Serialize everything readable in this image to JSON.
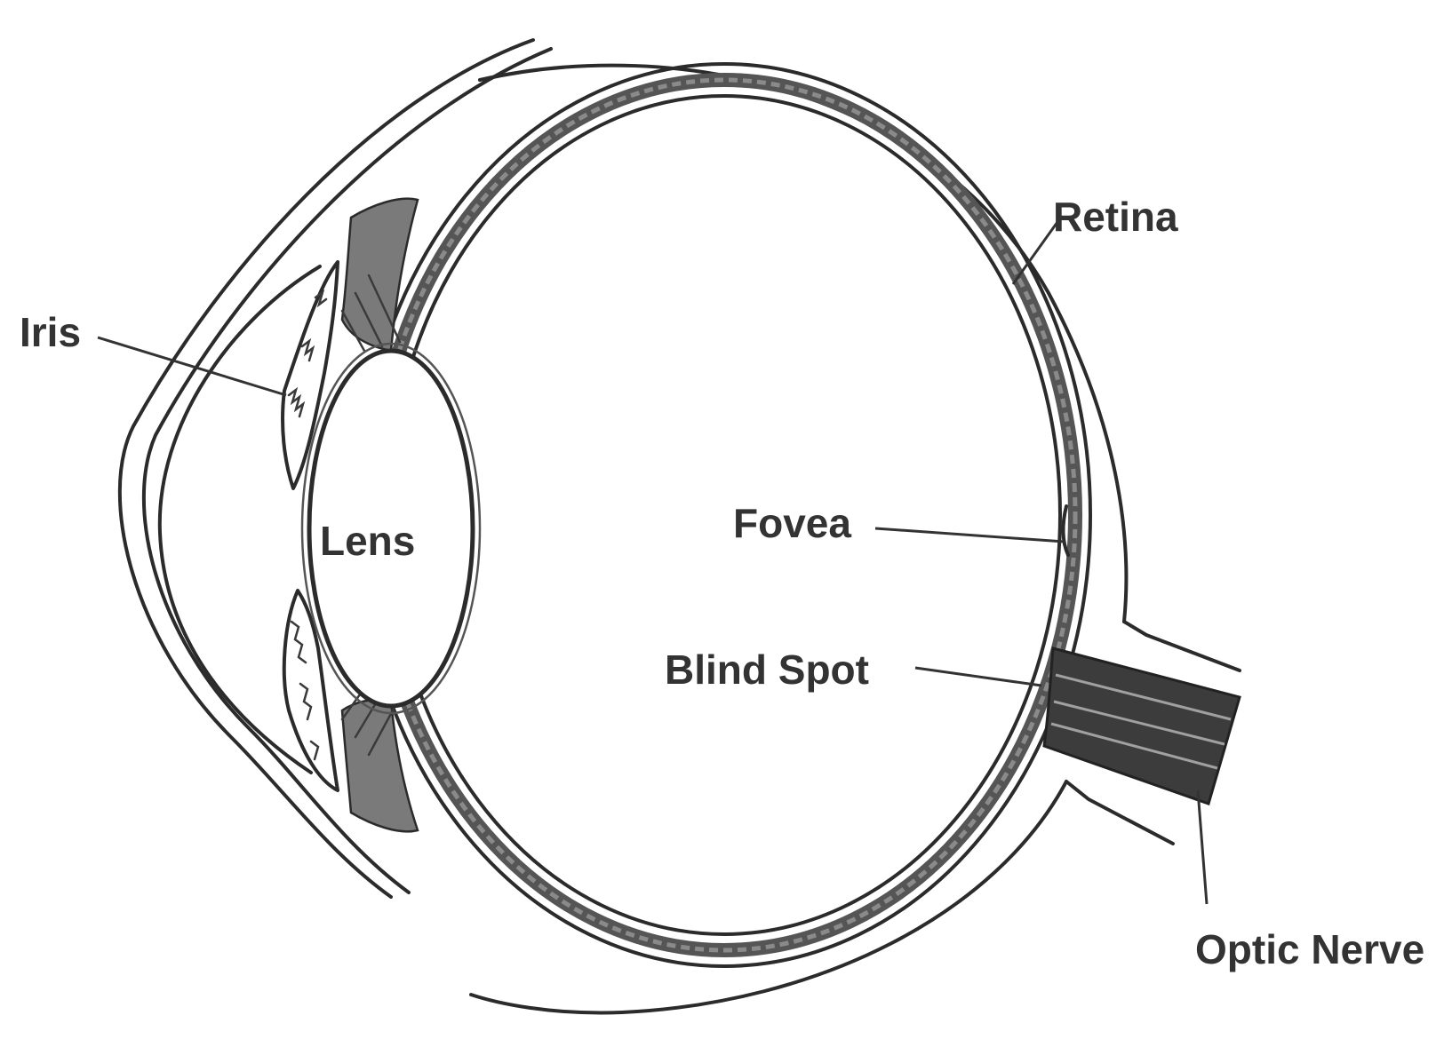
{
  "diagram": {
    "labels": {
      "iris": "Iris",
      "lens": "Lens",
      "retina": "Retina",
      "fovea": "Fovea",
      "blind_spot": "Blind Spot",
      "optic_nerve": "Optic Nerve"
    }
  },
  "colors": {
    "ink": "#2b2b2b",
    "background": "#ffffff"
  }
}
